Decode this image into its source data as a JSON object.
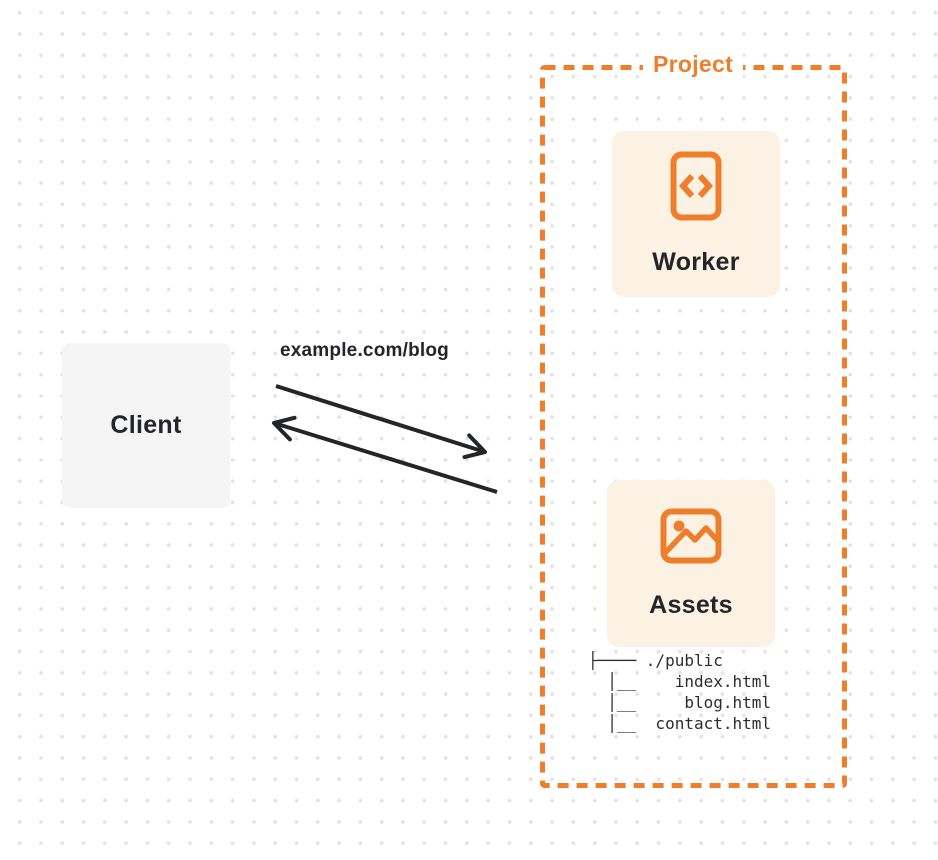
{
  "client": {
    "label": "Client"
  },
  "request": {
    "label": "example.com/blog"
  },
  "project": {
    "label": "Project",
    "worker": {
      "label": "Worker",
      "icon": "code-document-icon"
    },
    "assets": {
      "label": "Assets",
      "icon": "image-icon",
      "file_tree": [
        "├──── ./public",
        "  │__    index.html",
        "  │__     blog.html",
        "  │__  contact.html"
      ]
    }
  },
  "colors": {
    "accent_orange": "#ee7e2c",
    "card_background": "#fcf2e4",
    "client_background": "#f5f5f6",
    "arrow": "#232528",
    "text_dark": "#232528",
    "grid_dot": "#e3e3e6"
  }
}
